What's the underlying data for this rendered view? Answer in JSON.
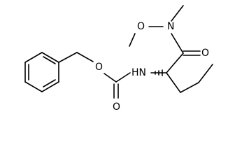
{
  "structure": {
    "atoms": {
      "N_amide": "N",
      "O_methoxy": "O",
      "O_carbonyl_amide": "O",
      "NH_carbamate": "HN",
      "O_ester": "O",
      "O_carbonyl_carbamate": "O"
    },
    "stereocenter": "wedge",
    "colors": {
      "ink": "#000000",
      "background": "#ffffff"
    }
  }
}
